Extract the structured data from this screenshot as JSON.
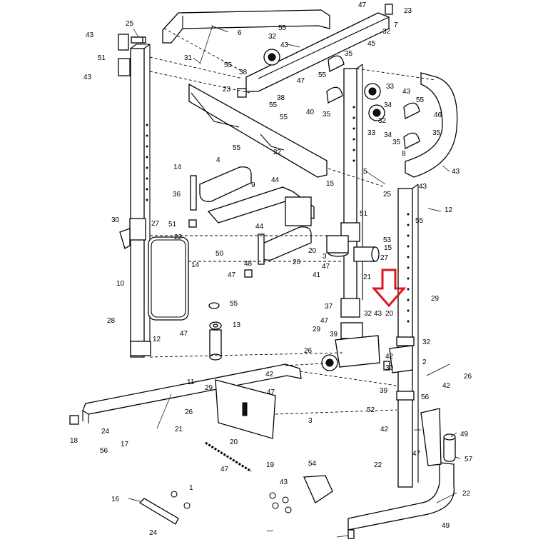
{
  "diagram": {
    "highlight_color": "#e0141e",
    "labels": [
      {
        "id": "l47a",
        "text": "47"
      },
      {
        "id": "l23a",
        "text": "23"
      },
      {
        "id": "l32a",
        "text": "32"
      },
      {
        "id": "l7",
        "text": "7"
      },
      {
        "id": "l6",
        "text": "6"
      },
      {
        "id": "l25a",
        "text": "25"
      },
      {
        "id": "l43a",
        "text": "43"
      },
      {
        "id": "l51a",
        "text": "51"
      },
      {
        "id": "l43b",
        "text": "43"
      },
      {
        "id": "l55a",
        "text": "55"
      },
      {
        "id": "l32b",
        "text": "32"
      },
      {
        "id": "l43c",
        "text": "43"
      },
      {
        "id": "l45",
        "text": "45"
      },
      {
        "id": "l35a",
        "text": "35"
      },
      {
        "id": "l31",
        "text": "31"
      },
      {
        "id": "l55b",
        "text": "55"
      },
      {
        "id": "l38a",
        "text": "38"
      },
      {
        "id": "l47b",
        "text": "47"
      },
      {
        "id": "l55c",
        "text": "55"
      },
      {
        "id": "l23b",
        "text": "23"
      },
      {
        "id": "l38b",
        "text": "38"
      },
      {
        "id": "l55d",
        "text": "55"
      },
      {
        "id": "l40",
        "text": "40"
      },
      {
        "id": "l35b",
        "text": "35"
      },
      {
        "id": "l33a",
        "text": "33"
      },
      {
        "id": "l34a",
        "text": "34"
      },
      {
        "id": "l32c",
        "text": "32"
      },
      {
        "id": "l33b",
        "text": "33"
      },
      {
        "id": "l34b",
        "text": "34"
      },
      {
        "id": "l35c",
        "text": "35"
      },
      {
        "id": "l43d",
        "text": "43"
      },
      {
        "id": "l55e",
        "text": "55"
      },
      {
        "id": "l46",
        "text": "46"
      },
      {
        "id": "l35d",
        "text": "35"
      },
      {
        "id": "l8",
        "text": "8"
      },
      {
        "id": "l55f",
        "text": "55"
      },
      {
        "id": "l55g",
        "text": "55"
      },
      {
        "id": "l22a",
        "text": "22"
      },
      {
        "id": "l14a",
        "text": "14"
      },
      {
        "id": "l4",
        "text": "4"
      },
      {
        "id": "l5",
        "text": "5"
      },
      {
        "id": "l43e",
        "text": "43"
      },
      {
        "id": "l9",
        "text": "9"
      },
      {
        "id": "l44a",
        "text": "44"
      },
      {
        "id": "l15a",
        "text": "15"
      },
      {
        "id": "l36",
        "text": "36"
      },
      {
        "id": "l25b",
        "text": "25"
      },
      {
        "id": "l43f",
        "text": "43"
      },
      {
        "id": "l12a",
        "text": "12"
      },
      {
        "id": "l30a",
        "text": "30"
      },
      {
        "id": "l27a",
        "text": "27"
      },
      {
        "id": "l51b",
        "text": "51"
      },
      {
        "id": "l51c",
        "text": "51"
      },
      {
        "id": "l55h",
        "text": "55"
      },
      {
        "id": "l22b",
        "text": "22"
      },
      {
        "id": "l44b",
        "text": "44"
      },
      {
        "id": "l50",
        "text": "50"
      },
      {
        "id": "l53",
        "text": "53"
      },
      {
        "id": "l15b",
        "text": "15"
      },
      {
        "id": "l14b",
        "text": "14"
      },
      {
        "id": "l48",
        "text": "48"
      },
      {
        "id": "l20a",
        "text": "20"
      },
      {
        "id": "l20b",
        "text": "20"
      },
      {
        "id": "l3a",
        "text": "3"
      },
      {
        "id": "l27b",
        "text": "27"
      },
      {
        "id": "l10",
        "text": "10"
      },
      {
        "id": "l47c",
        "text": "47"
      },
      {
        "id": "l47d",
        "text": "47"
      },
      {
        "id": "l41",
        "text": "41"
      },
      {
        "id": "l21a",
        "text": "21"
      },
      {
        "id": "l29a",
        "text": "29"
      },
      {
        "id": "l55i",
        "text": "55"
      },
      {
        "id": "l37",
        "text": "37"
      },
      {
        "id": "l43g",
        "text": "43"
      },
      {
        "id": "l20c",
        "text": "20"
      },
      {
        "id": "l28",
        "text": "28"
      },
      {
        "id": "l13",
        "text": "13"
      },
      {
        "id": "l47e",
        "text": "47"
      },
      {
        "id": "l47f",
        "text": "47"
      },
      {
        "id": "l32d",
        "text": "32"
      },
      {
        "id": "l29b",
        "text": "29"
      },
      {
        "id": "l39a",
        "text": "39"
      },
      {
        "id": "l32e",
        "text": "32"
      },
      {
        "id": "l12b",
        "text": "12"
      },
      {
        "id": "l42a",
        "text": "42"
      },
      {
        "id": "l26a",
        "text": "26"
      },
      {
        "id": "l2",
        "text": "2"
      },
      {
        "id": "l26b",
        "text": "26"
      },
      {
        "id": "l30b",
        "text": "30"
      },
      {
        "id": "l11",
        "text": "11"
      },
      {
        "id": "l42b",
        "text": "42"
      },
      {
        "id": "l42c",
        "text": "42"
      },
      {
        "id": "l29c",
        "text": "29"
      },
      {
        "id": "l47g",
        "text": "47"
      },
      {
        "id": "l39b",
        "text": "39"
      },
      {
        "id": "l56a",
        "text": "56"
      },
      {
        "id": "l26c",
        "text": "26"
      },
      {
        "id": "l52",
        "text": "52"
      },
      {
        "id": "l3b",
        "text": "3"
      },
      {
        "id": "l24a",
        "text": "24"
      },
      {
        "id": "l21b",
        "text": "21"
      },
      {
        "id": "l42d",
        "text": "42"
      },
      {
        "id": "l18",
        "text": "18"
      },
      {
        "id": "l49a",
        "text": "49"
      },
      {
        "id": "l56b",
        "text": "56"
      },
      {
        "id": "l20d",
        "text": "20"
      },
      {
        "id": "l17",
        "text": "17"
      },
      {
        "id": "l47h",
        "text": "47"
      },
      {
        "id": "l57",
        "text": "57"
      },
      {
        "id": "l47i",
        "text": "47"
      },
      {
        "id": "l19",
        "text": "19"
      },
      {
        "id": "l54",
        "text": "54"
      },
      {
        "id": "l22c",
        "text": "22"
      },
      {
        "id": "l1",
        "text": "1"
      },
      {
        "id": "l43h",
        "text": "43"
      },
      {
        "id": "l16",
        "text": "16"
      },
      {
        "id": "l22d",
        "text": "22"
      },
      {
        "id": "l49b",
        "text": "49"
      },
      {
        "id": "l24b",
        "text": "24"
      }
    ]
  }
}
